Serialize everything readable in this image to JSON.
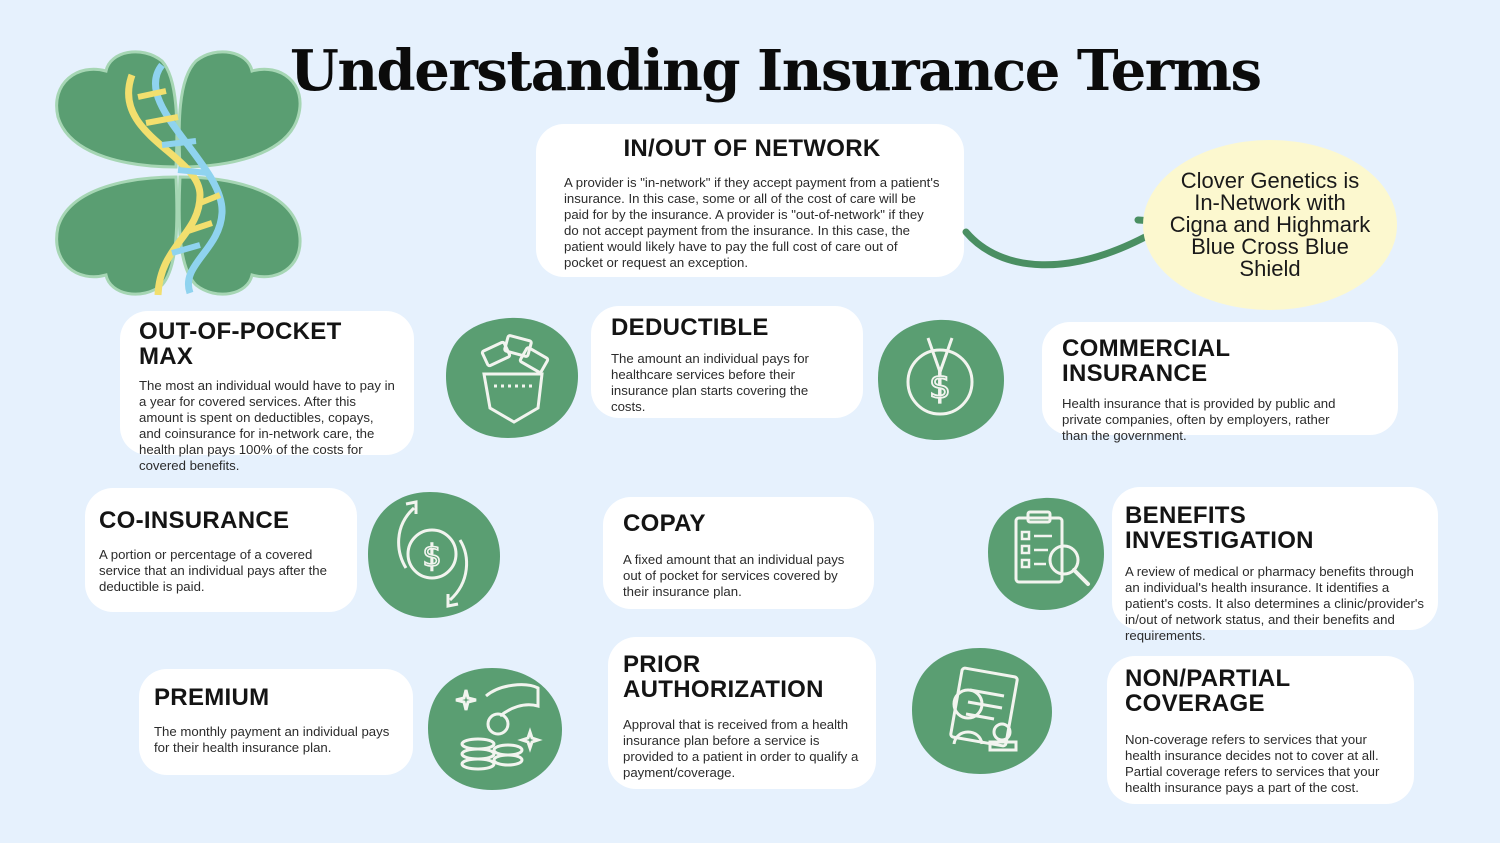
{
  "title": "Understanding Insurance Terms",
  "callout": {
    "text": "Clover Genetics is In-Network with Cigna and Highmark Blue Cross Blue Shield"
  },
  "terms": {
    "network": {
      "title": "IN/OUT OF NETWORK",
      "description": "A provider is \"in-network\" if they accept payment from a patient's insurance. In this case, some or all of the cost of care will be paid for by the insurance. A provider is \"out-of-network\" if they do not accept payment from the insurance. In this case, the patient would likely have to pay the full cost of care out of pocket or request an exception."
    },
    "out_of_pocket_max": {
      "title": "OUT-OF-POCKET MAX",
      "description": "The most an individual would have to pay in a year for covered services. After this amount is spent on deductibles, copays, and coinsurance for in-network care, the health plan pays 100% of the costs for covered benefits."
    },
    "deductible": {
      "title": "DEDUCTIBLE",
      "description": "The amount an individual pays for healthcare services before their insurance plan starts covering the costs."
    },
    "commercial_insurance": {
      "title": "COMMERCIAL INSURANCE",
      "description": "Health insurance that is provided by public and private companies, often by employers, rather than the government."
    },
    "co_insurance": {
      "title": "CO-INSURANCE",
      "description": "A portion or percentage of a covered service that an individual pays after the deductible is paid."
    },
    "copay": {
      "title": "COPAY",
      "description": "A fixed amount that an individual pays out of pocket for services covered by their insurance plan."
    },
    "benefits_investigation": {
      "title": "BENEFITS INVESTIGATION",
      "description": "A review of medical or pharmacy benefits through an individual's health insurance. It identifies a patient's costs. It also determines a clinic/provider's in/out of network status, and their benefits and requirements."
    },
    "premium": {
      "title": "PREMIUM",
      "description": "The monthly payment an individual pays for their health insurance plan."
    },
    "prior_authorization": {
      "title": "PRIOR AUTHORIZATION",
      "description": "Approval that is received from a health insurance plan before a service is provided to a patient in order to qualify a payment/coverage."
    },
    "non_partial_coverage": {
      "title": "NON/PARTIAL COVERAGE",
      "description": "Non-coverage refers to services that your health insurance decides not to cover at all. Partial coverage refers to services that your health insurance pays a part of the cost."
    }
  },
  "icons": {
    "logo": "clover-dna-logo",
    "wallet": "wallet-money-icon",
    "dollar_ring": "dollar-ring-icon",
    "cycle_dollar": "cycle-dollar-icon",
    "clipboard": "clipboard-search-icon",
    "hand_coins": "hand-coins-icon",
    "document_stamp": "document-stamp-icon"
  },
  "colors": {
    "background": "#e6f1fd",
    "card": "#ffffff",
    "green": "#5a9e72",
    "callout": "#fcf8cf",
    "arrow": "#4a8f62"
  }
}
